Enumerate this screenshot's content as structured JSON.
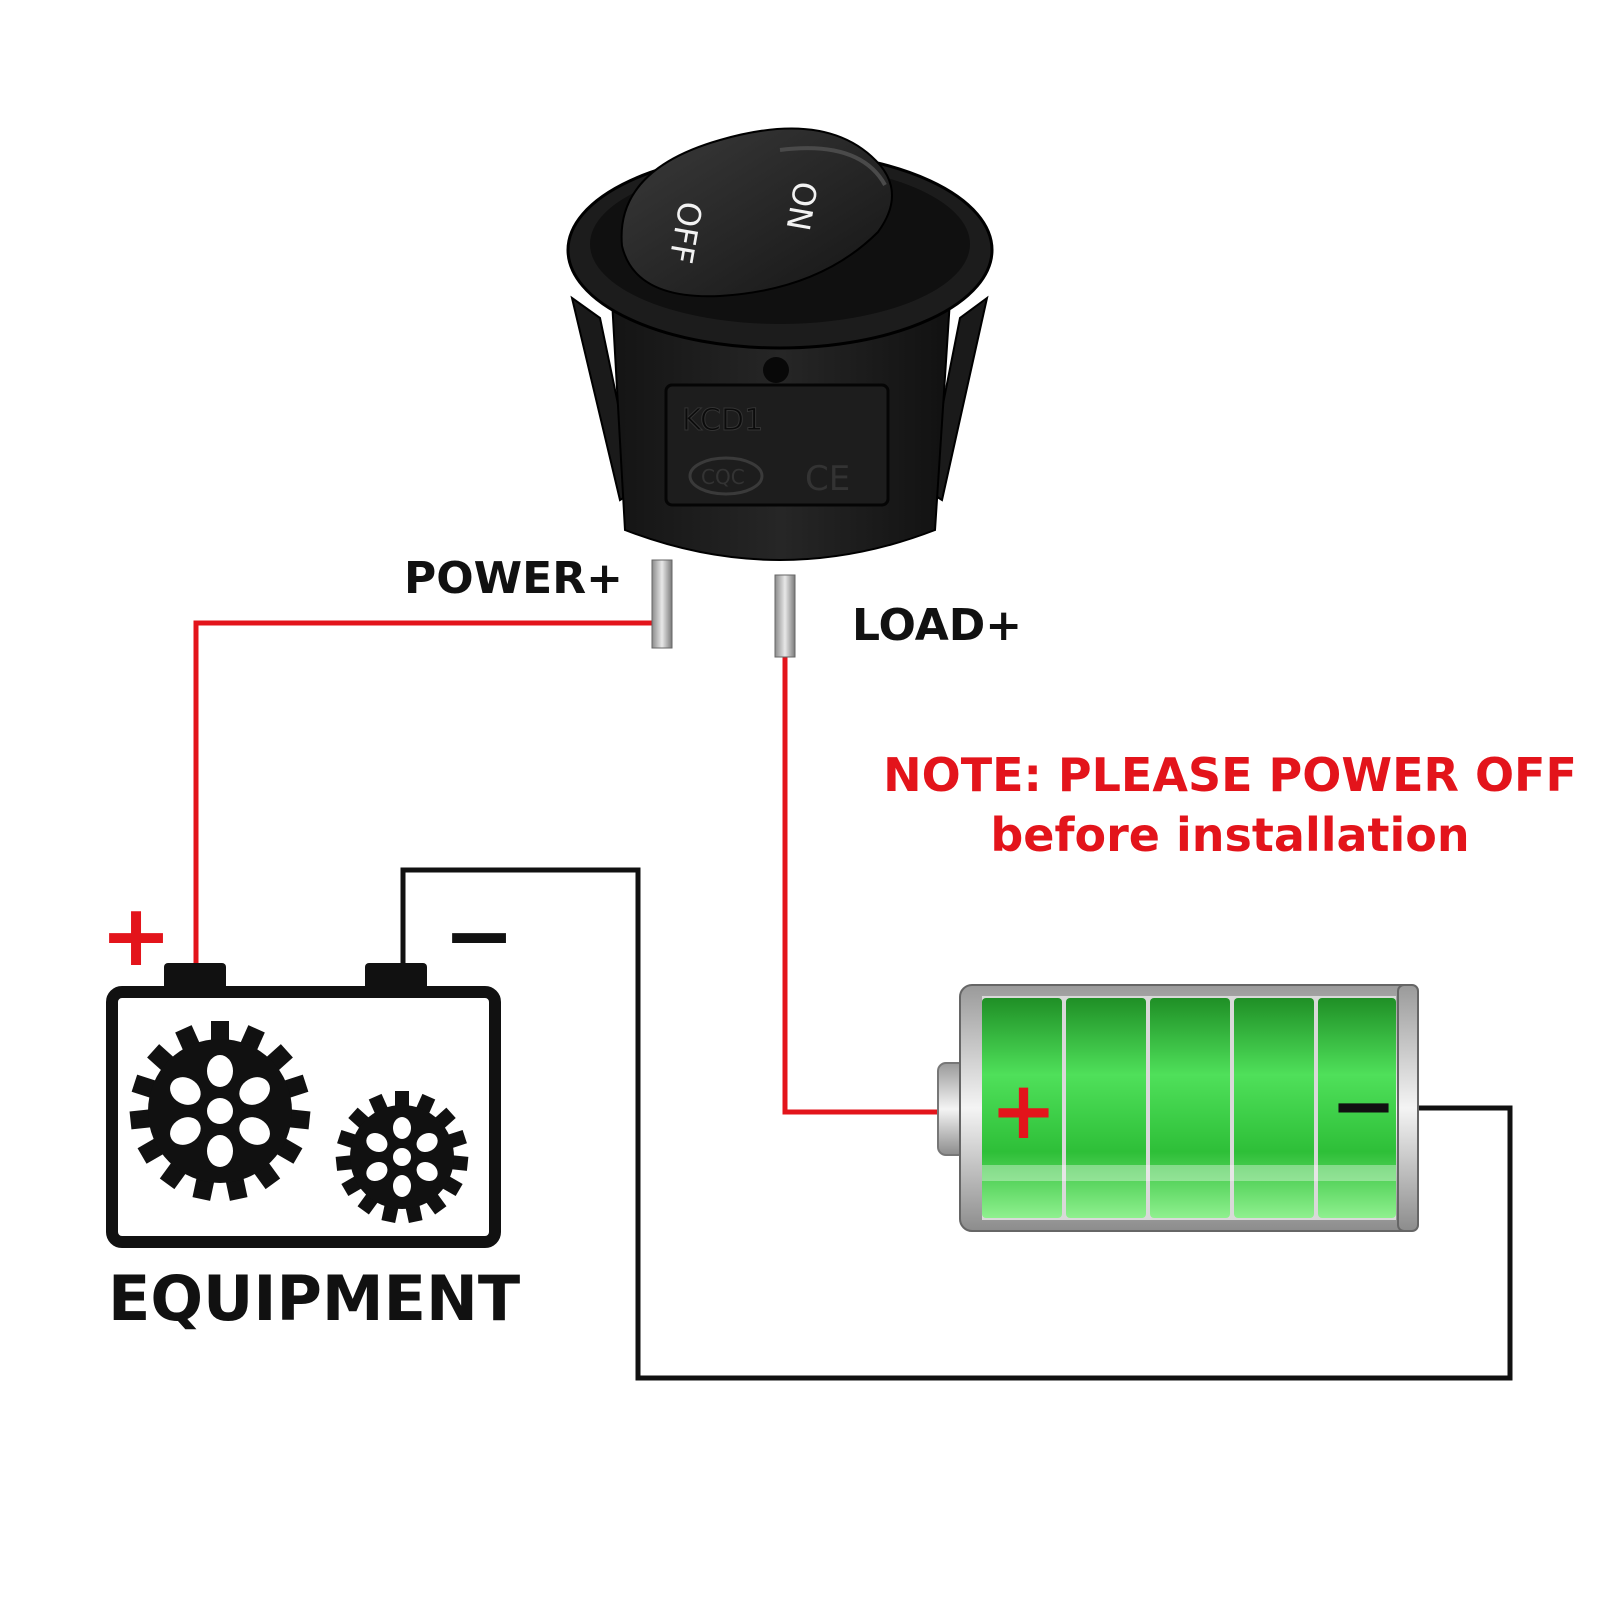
{
  "labels": {
    "power": "POWER+",
    "load": "LOAD+",
    "equipment": "EQUIPMENT",
    "plus_sign": "+",
    "minus_sign": "−"
  },
  "note": {
    "line1": "NOTE: PLEASE POWER OFF",
    "line2": "before installation"
  },
  "switch": {
    "on_text": "ON",
    "off_text": "OFF",
    "model": "KCD1",
    "mark_cqc": "CQC",
    "mark_ce": "CE"
  },
  "colors": {
    "wire_positive": "#e3141b",
    "wire_negative": "#111111",
    "battery_green": "#2fc23a",
    "switch_body": "#1c1c1c"
  }
}
